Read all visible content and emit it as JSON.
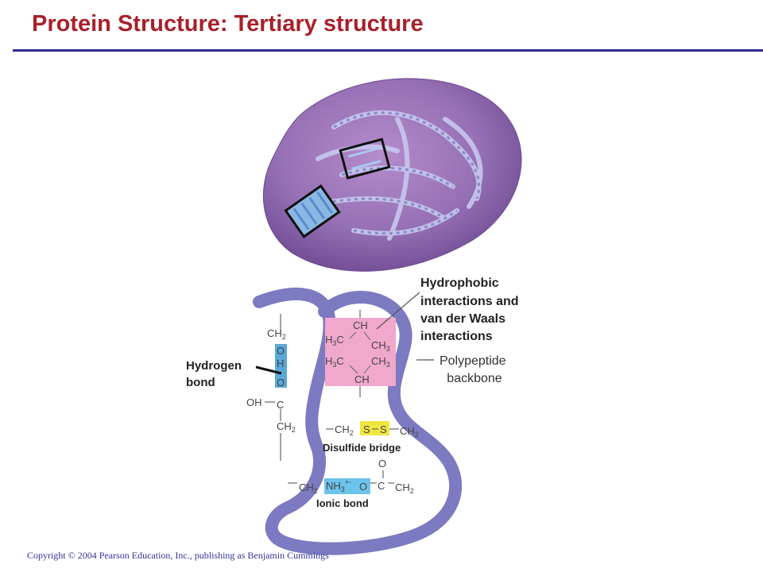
{
  "title": "Protein Structure: Tertiary structure",
  "copyright": "Copyright © 2004 Pearson Education, Inc., publishing as Benjamin Cummings",
  "labels": {
    "hydrophobic": [
      "Hydrophobic",
      "interactions and",
      "van der Waals",
      "interactions"
    ],
    "polypeptide": [
      "Polypeptide",
      "backbone"
    ],
    "hydrogen_bond": [
      "Hydrogen",
      "bond"
    ],
    "disulfide_bridge": "Disulfide bridge",
    "ionic_bond": "Ionic bond"
  },
  "chem": {
    "ch2": "CH",
    "ch2_sub": "2",
    "o": "O",
    "h": "H",
    "c": "C",
    "oh": "OH",
    "ch": "CH",
    "h3c_h": "H",
    "h3c_3": "3",
    "h3c_c": "C",
    "ch3": "CH",
    "ch3_sub": "3",
    "s": "S",
    "nh3": "NH",
    "nh3_sub": "3",
    "charge_plus": "+",
    "charge_minus": "-"
  },
  "colors": {
    "title": "#a8202a",
    "rule": "#2e2f8f",
    "protein_blob": "#8c64a8",
    "backbone": "#7c7ac0",
    "hydrogen_box": "#5aa8d8",
    "hydrophobic_box": "#f0a8cc",
    "disulfide_box": "#f0e640",
    "ionic_box": "#6cc4ec"
  }
}
